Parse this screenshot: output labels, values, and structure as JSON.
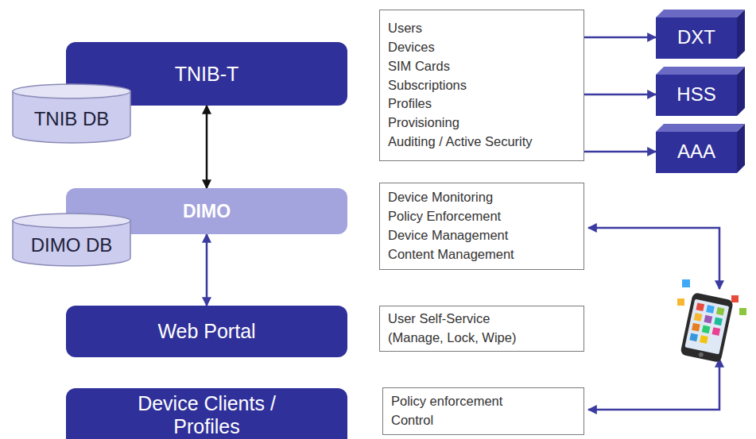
{
  "diagram": {
    "nodes": [
      {
        "text": [
          "TNIB-T"
        ]
      },
      {
        "text": [
          "TNIB DB"
        ]
      },
      {
        "text": [
          "Users",
          "Devices",
          "SIM Cards",
          "Subscriptions",
          "Profiles",
          "Provisioning",
          "Auditing / Active Security"
        ]
      },
      {
        "text": [
          "DXT"
        ]
      },
      {
        "text": [
          "HSS"
        ]
      },
      {
        "text": [
          "AAA"
        ]
      },
      {
        "text": [
          "DIMO"
        ]
      },
      {
        "text": [
          "DIMO DB"
        ]
      },
      {
        "text": [
          "Device Monitoring",
          "Policy Enforcement",
          "Device Management",
          "Content Management"
        ]
      },
      {
        "text": [
          "Web Portal"
        ]
      },
      {
        "text": [
          "User Self-Service",
          "(Manage, Lock, Wipe)"
        ]
      },
      {
        "text": [
          "Device Clients / Profiles"
        ]
      },
      {
        "text": [
          "Policy enforcement",
          "Control"
        ]
      }
    ],
    "edges": [
      {
        "from": 0,
        "to": 6,
        "arrow": "both"
      },
      {
        "from": 6,
        "to": 9,
        "arrow": "both"
      },
      {
        "from": 2,
        "to": 3,
        "arrow": "to"
      },
      {
        "from": 2,
        "to": 4,
        "arrow": "to"
      },
      {
        "from": 2,
        "to": 5,
        "arrow": "to"
      }
    ]
  }
}
